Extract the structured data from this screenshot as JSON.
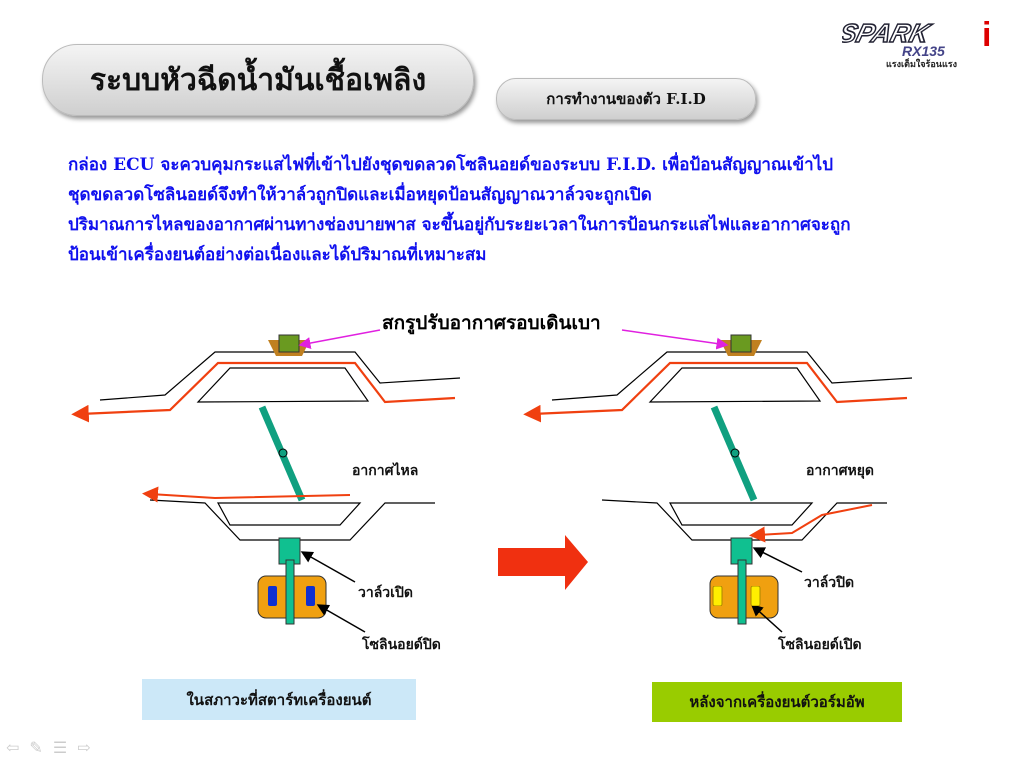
{
  "title": "ระบบหัวฉีดน้ำมันเชื้อเพลิง",
  "subtitle": "การทำงานของตัว F.I.D",
  "logo": {
    "brand": "SPARK i",
    "model": "RX135",
    "tagline": "แรงเต็มใจร้อนแรง"
  },
  "paragraph": [
    "กล่อง ECU จะควบคุมกระแสไฟที่เข้าไปยังชุดขดลวดโซลินอยด์ของระบบ F.I.D.  เพื่อป้อนสัญญาณเข้าไป",
    "ชุดขดลวดโซลินอยด์จึงทำให้วาล์วถูกปิดและเมื่อหยุดป้อนสัญญาณวาล์วจะถูกเปิด",
    "ปริมาณการไหลของอากาศผ่านทางช่องบายพาส จะขึ้นอยู่กับระยะเวลาในการป้อนกระแสไฟและอากาศจะถูก",
    "ป้อนเข้าเครื่องยนต์อย่างต่อเนื่องและได้ปริมาณที่เหมาะสม"
  ],
  "diagram_title": "สกรูปรับอากาศรอบเดินเบา",
  "left": {
    "air_label": "อากาศไหล",
    "valve_label": "วาล์วเปิด",
    "solenoid_label": "โซลินอยด์ปิด",
    "caption": "ในสภาวะที่สตาร์ทเครื่องยนต์",
    "caption_color": "#cce8f8",
    "insert_color": "#1030d0"
  },
  "right": {
    "air_label": "อากาศหยุด",
    "valve_label": "วาล์วปิด",
    "solenoid_label": "โซลินอยด์เปิด",
    "caption": "หลังจากเครื่องยนต์วอร์มอัพ",
    "caption_color": "#99cc00",
    "insert_color": "#ffee00"
  },
  "nav_icons": [
    "arrow-left-icon",
    "pen-icon",
    "menu-icon",
    "arrow-right-icon"
  ]
}
